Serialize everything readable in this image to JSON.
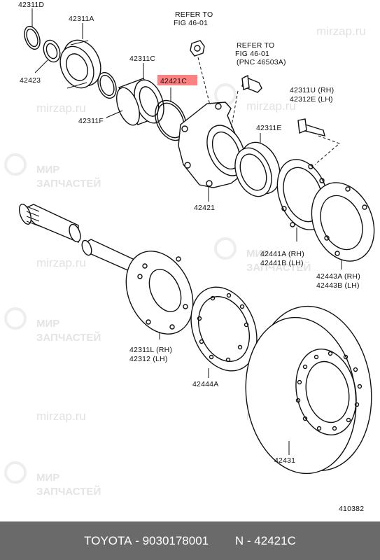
{
  "watermark": {
    "brand_top": "МИР",
    "brand_bottom": "ЗАПЧАСТЕЙ",
    "site": "mirzap.ru"
  },
  "diagram": {
    "highlight_color": "#ff8080",
    "labels": {
      "p42311D": "42311D",
      "p42311A": "42311A",
      "p42423": "42423",
      "ref_a1": "REFER TO",
      "ref_a2": "FIG 46-01",
      "ref_b1": "REFER TO",
      "ref_b2": "FIG 46-01",
      "ref_b3": "(PNC 46503A)",
      "p42311C": "42311C",
      "p42421C": "42421C",
      "p42311U": "42311U (RH)",
      "p42312E": "42312E (LH)",
      "p42311F": "42311F",
      "p42311E": "42311E",
      "p42421": "42421",
      "p42441A": "42441A (RH)",
      "p42441B": "42441B (LH)",
      "p42443A": "42443A (RH)",
      "p42443B": "42443B (LH)",
      "p42311L": "42311L (RH)",
      "p42312": "42312  (LH)",
      "p42444A": "42444A",
      "p42431": "42431",
      "fig_no": "410382"
    }
  },
  "footer": {
    "brand": "TOYOTA",
    "part_number": "9030178001",
    "position": "N - 42421C",
    "sep": " - "
  }
}
